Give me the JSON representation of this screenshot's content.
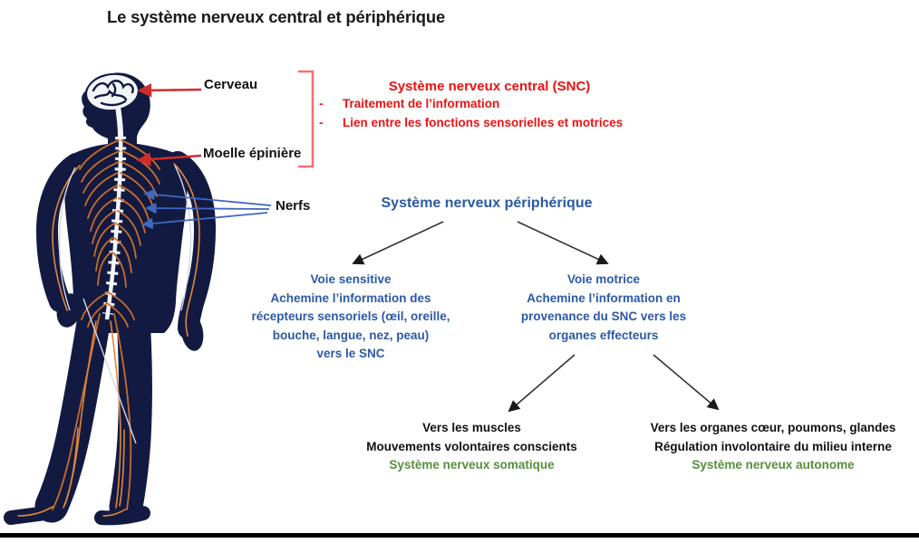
{
  "title": "Le système nerveux central et périphérique",
  "body_labels": {
    "cerveau": "Cerveau",
    "moelle_epiniere": "Moelle épinière",
    "nerfs": "Nerfs"
  },
  "snc": {
    "heading": "Système nerveux central (SNC)",
    "bullet_marker": "-",
    "bullets": [
      "Traitement de l’information",
      "Lien entre les fonctions sensorielles et motrices"
    ]
  },
  "snp": {
    "heading": "Système nerveux périphérique"
  },
  "voie_sensitive": {
    "lines": [
      "Voie sensitive",
      "Achemine l’information des",
      "récepteurs sensoriels (œil, oreille,",
      "bouche, langue, nez, peau)",
      "vers le SNC"
    ]
  },
  "voie_motrice": {
    "lines": [
      "Voie motrice",
      "Achemine l’information en",
      "provenance du SNC vers les",
      "organes effecteurs"
    ]
  },
  "somatique": {
    "lines": [
      "Vers les muscles",
      "Mouvements volontaires conscients"
    ],
    "highlight": "Système nerveux somatique"
  },
  "autonome": {
    "lines": [
      "Vers les organes cœur, poumons, glandes",
      "Régulation involontaire du milieu interne"
    ],
    "highlight": "Système nerveux autonome"
  },
  "colors": {
    "title-ink": "#1a1a1a",
    "red": "#ee1111",
    "red-arrow": "#d42b2b",
    "bracket-red": "#f27272",
    "blue": "#2b59a5",
    "blue-arrow": "#3e68be",
    "green": "#568e3c",
    "ink": "#111111",
    "arrow-ink": "#333333",
    "navy": "#121a42",
    "nerve-orange": "#c86d28",
    "nerve-orange-light": "#e0873a",
    "cns-white": "#f4f6fa"
  }
}
